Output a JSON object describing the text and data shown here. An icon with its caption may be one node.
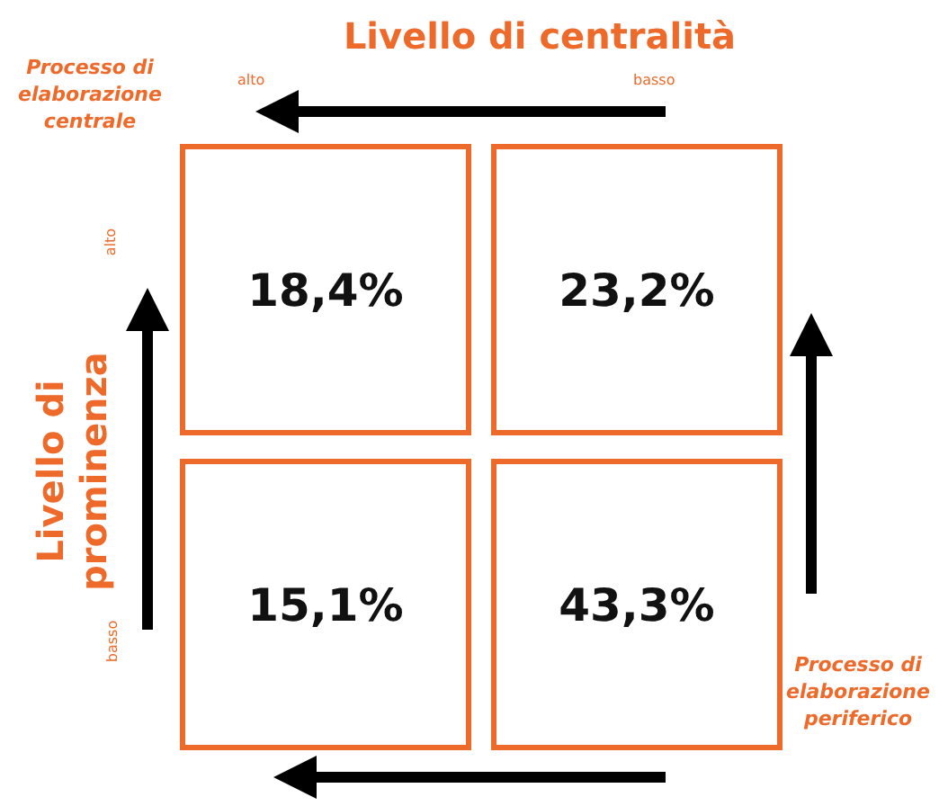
{
  "diagram": {
    "title": "Livello di centralità",
    "nodes": [
      {
        "text": [
          "18,4%"
        ]
      },
      {
        "text": [
          "23,2%"
        ]
      },
      {
        "text": [
          "15,1%"
        ]
      },
      {
        "text": [
          "43,3%"
        ]
      }
    ],
    "labels": [
      "Processo di elaborazione centrale",
      "alto",
      "basso",
      "Livello di prominenza",
      "alto",
      "basso",
      "Processo di elaborazione periferico"
    ]
  }
}
